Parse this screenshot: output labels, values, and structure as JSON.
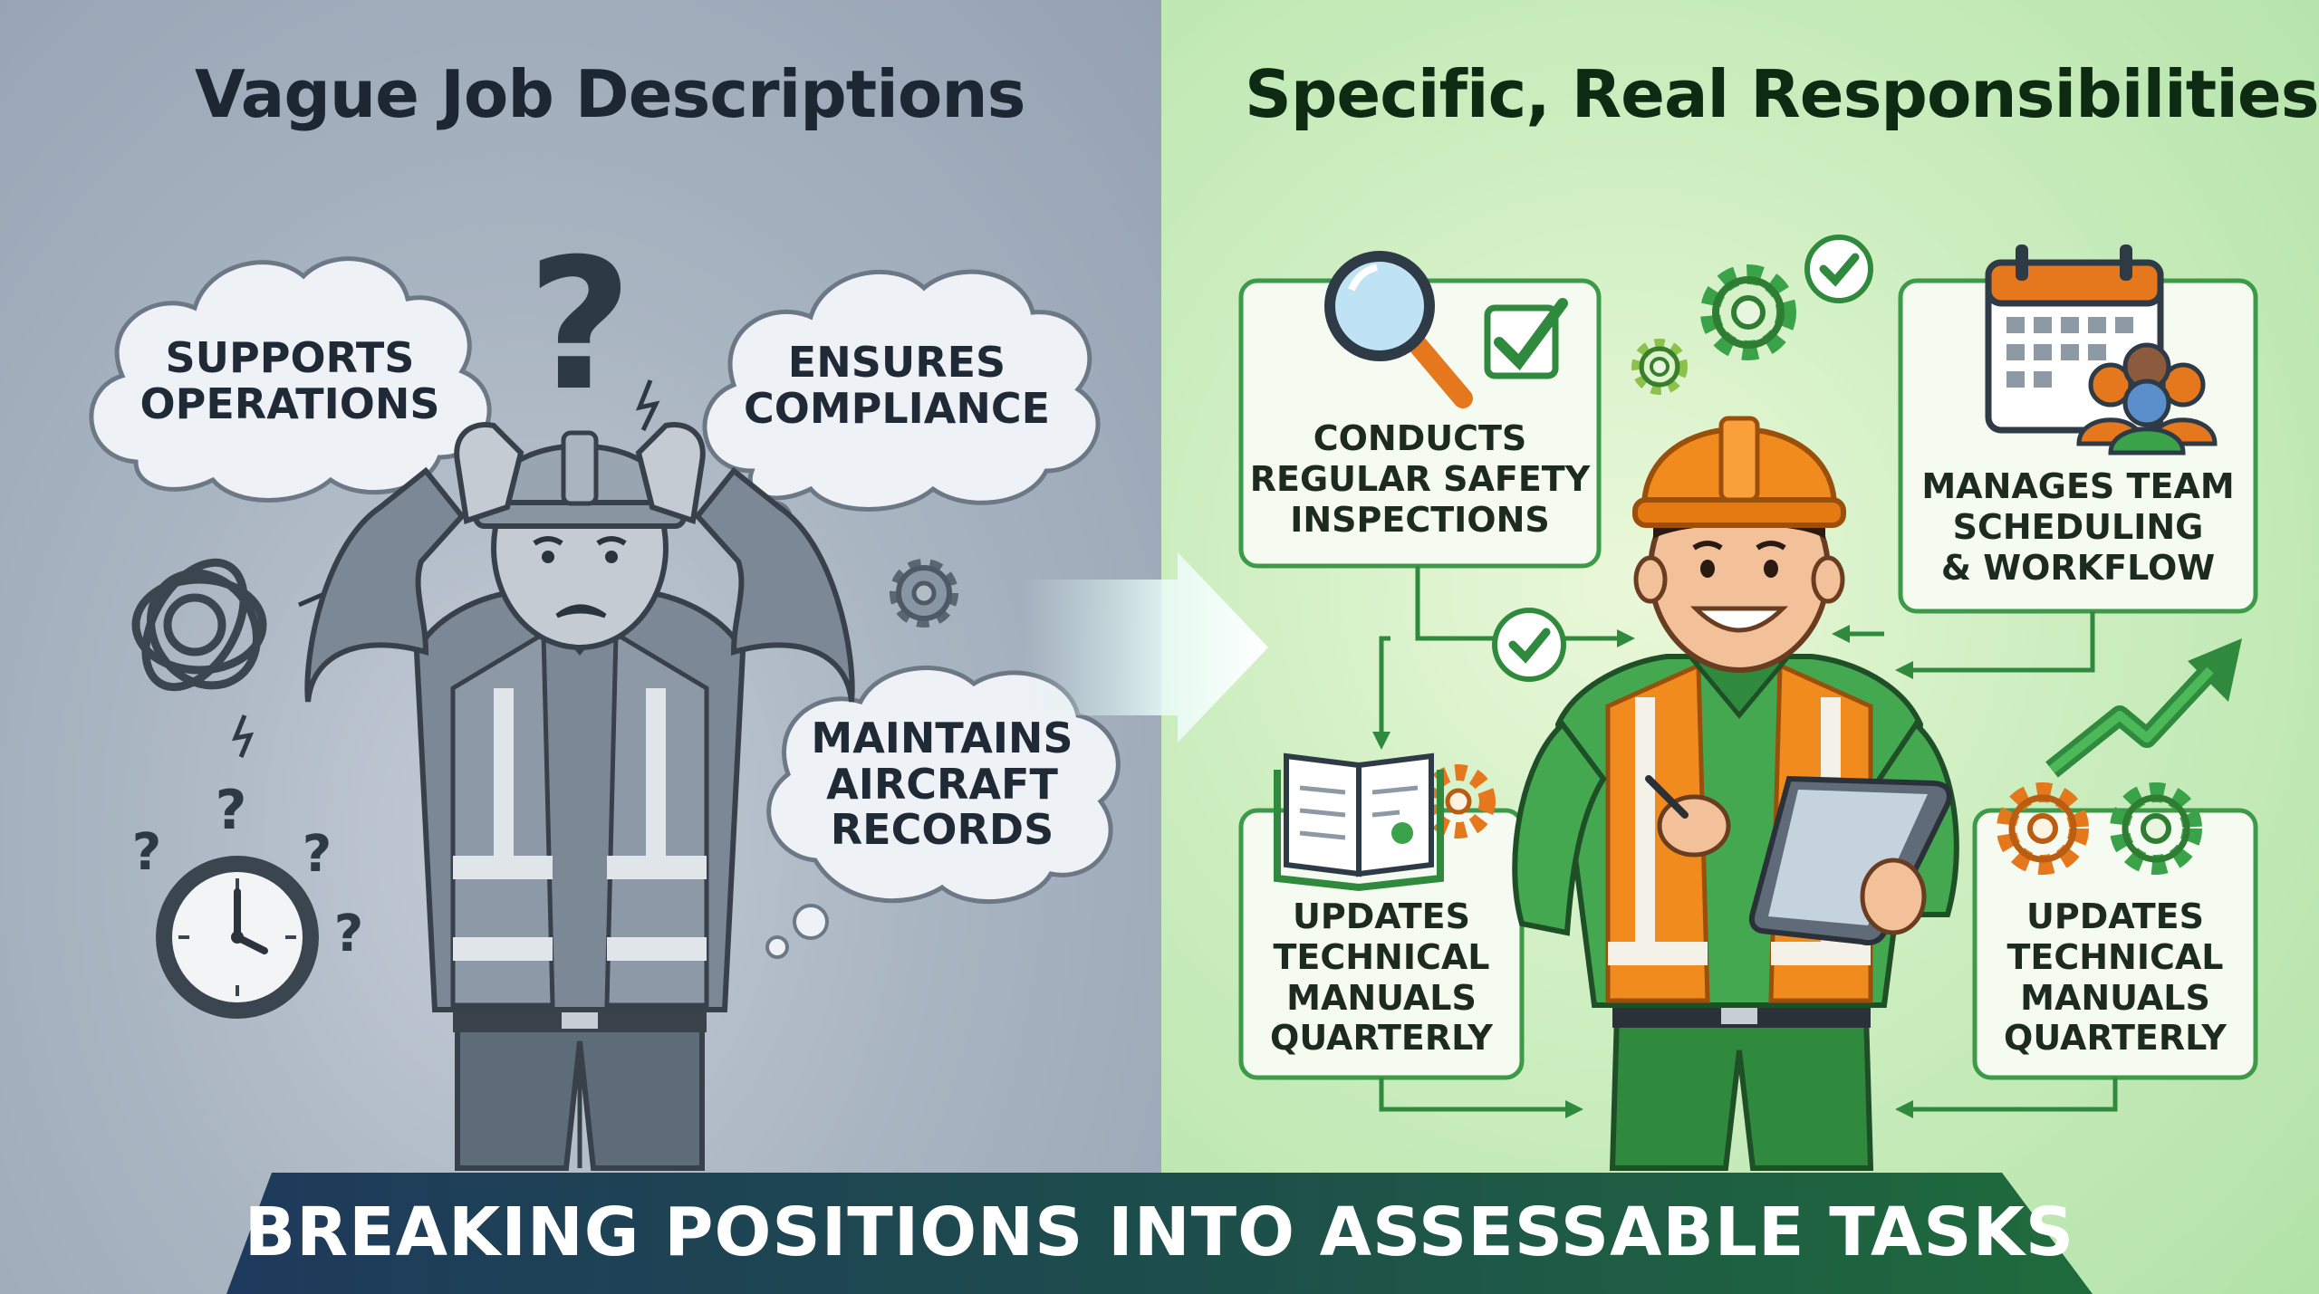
{
  "left": {
    "heading": "Vague Job Descriptions",
    "clouds": [
      "SUPPORTS\nOPERATIONS",
      "ENSURES\nCOMPLIANCE",
      "MAINTAINS\nAIRCRAFT\nRECORDS"
    ]
  },
  "right": {
    "heading": "Specific, Real Responsibilities",
    "cards": [
      "CONDUCTS\nREGULAR SAFETY\nINSPECTIONS",
      "MANAGES TEAM\nSCHEDULING\n& WORKFLOW",
      "UPDATES\nTECHNICAL\nMANUALS\nQUARTERLY",
      "UPDATES\nTECHNICAL\nMANUALS\nQUARTERLY"
    ]
  },
  "banner": "BREAKING POSITIONS INTO ASSESSABLE TASKS",
  "colors": {
    "left_bg": "#a3aebc",
    "right_bg": "#c6ebb8",
    "banner_left": "#1e3a5c",
    "banner_right": "#1f6b3c",
    "accent_green": "#3aa34a",
    "accent_orange": "#f08c1e"
  },
  "icons": [
    "question-mark-icon",
    "tangled-knot-icon",
    "clock-icon",
    "gear-icon",
    "arrow-right-icon",
    "magnifier-icon",
    "checkmark-icon",
    "calendar-icon",
    "team-icon",
    "open-book-icon",
    "growth-arrow-icon",
    "gears-icon",
    "hard-hat-icon",
    "tablet-icon"
  ]
}
